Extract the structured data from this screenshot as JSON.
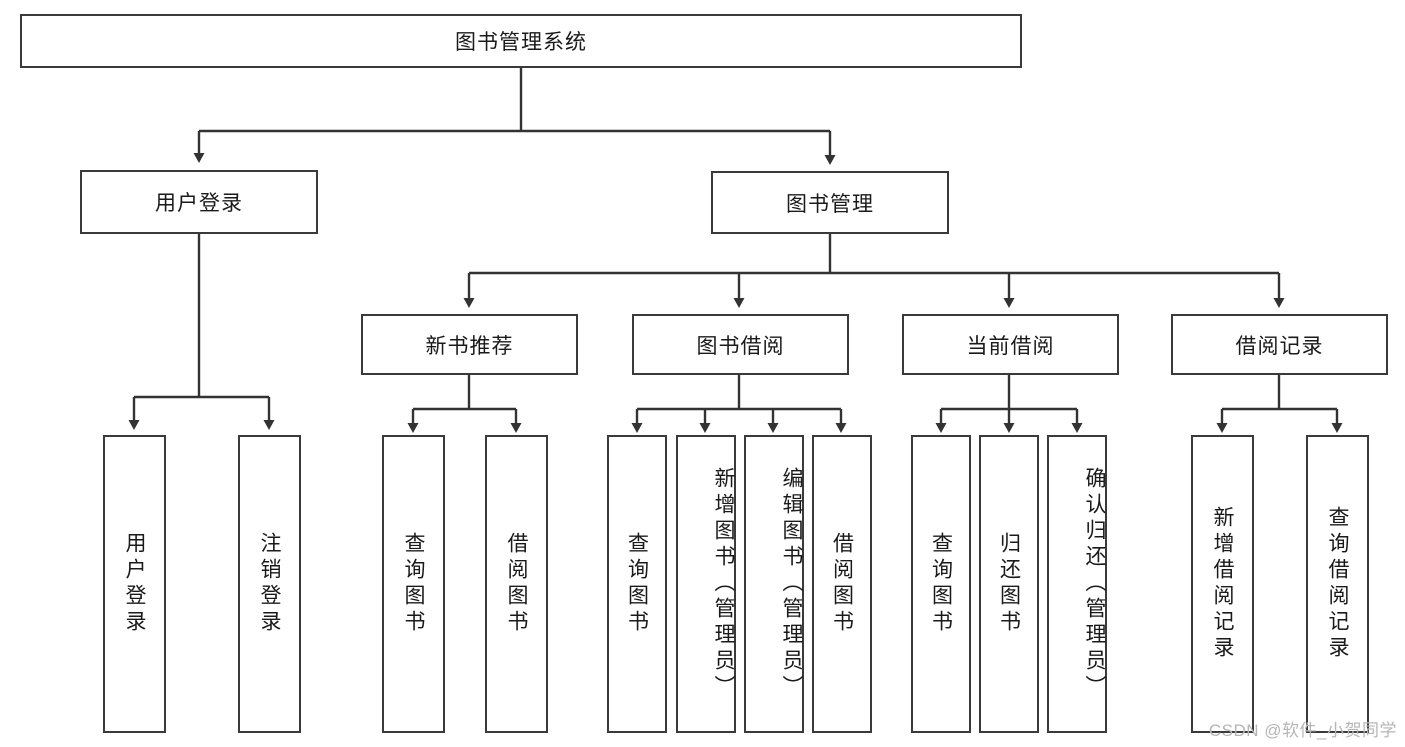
{
  "diagram": {
    "type": "tree-hierarchy",
    "title": "图书管理系统",
    "watermark": "CSDN @软件_小贺同学",
    "colors": {
      "box_border": "#3a3a3a",
      "box_fill": "#ffffff",
      "edge": "#333333",
      "text": "#1a1a1a",
      "watermark": "#b6b6b6",
      "background": "#ffffff"
    },
    "root": {
      "label": "图书管理系统"
    },
    "level2": [
      {
        "label": "用户登录"
      },
      {
        "label": "图书管理"
      }
    ],
    "level3": [
      {
        "label": "新书推荐"
      },
      {
        "label": "图书借阅"
      },
      {
        "label": "当前借阅"
      },
      {
        "label": "借阅记录"
      }
    ],
    "leaves": {
      "user_login": [
        {
          "label": "用户登录"
        },
        {
          "label": "注销登录"
        }
      ],
      "new_book_recommend": [
        {
          "label": "查询图书"
        },
        {
          "label": "借阅图书"
        }
      ],
      "book_borrow": [
        {
          "label": "查询图书"
        },
        {
          "label": "新增图书（管理员）"
        },
        {
          "label": "编辑图书（管理员）"
        },
        {
          "label": "借阅图书"
        }
      ],
      "current_borrow": [
        {
          "label": "查询图书"
        },
        {
          "label": "归还图书"
        },
        {
          "label": "确认归还（管理员）"
        }
      ],
      "borrow_record": [
        {
          "label": "新增借阅记录"
        },
        {
          "label": "查询借阅记录"
        }
      ]
    }
  }
}
